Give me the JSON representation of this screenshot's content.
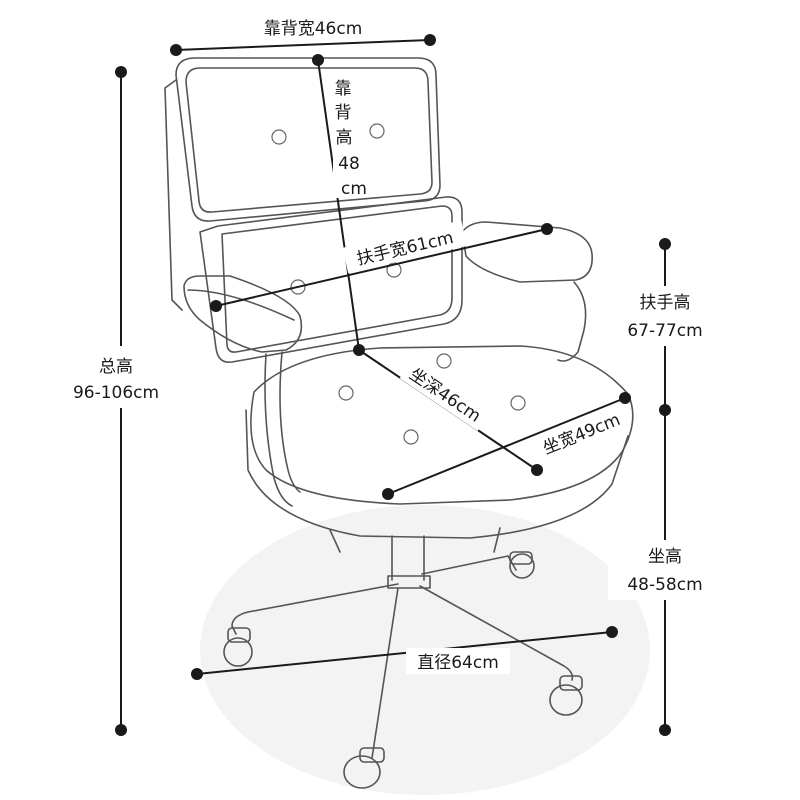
{
  "labels": {
    "back_width": "靠背宽46cm",
    "back_height": [
      "靠",
      "背",
      "高",
      "48",
      "cm"
    ],
    "armrest_width": "扶手宽61cm",
    "armrest_height_title": "扶手高",
    "armrest_height_value": "67-77cm",
    "total_height_title": "总高",
    "total_height_value": "96-106cm",
    "seat_depth": "坐深46cm",
    "seat_width": "坐宽49cm",
    "seat_height_title": "坐高",
    "seat_height_value": "48-58cm",
    "diameter": "直径64cm"
  },
  "colors": {
    "dimension_lines": "#1a1a1a",
    "chair_outline": "#555555",
    "floor_shadow": "#f3f3f3"
  }
}
